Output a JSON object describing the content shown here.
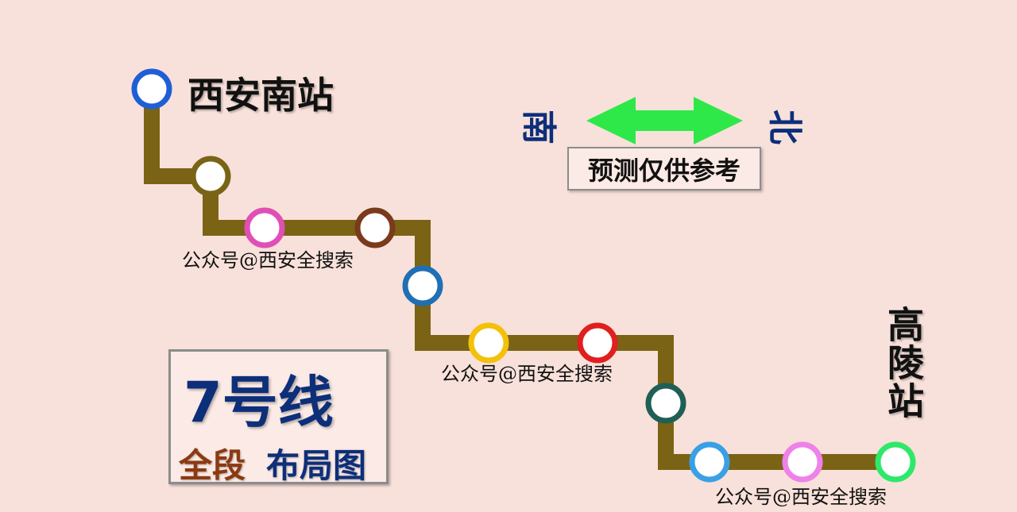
{
  "line": {
    "color": "#7a6315",
    "stations": [
      {
        "ring": "#1f5fd6"
      },
      {
        "ring": "#7a6315"
      },
      {
        "ring": "#e04fb5"
      },
      {
        "ring": "#7a3a1c"
      },
      {
        "ring": "#1f6fb5"
      },
      {
        "ring": "#f3c00a"
      },
      {
        "ring": "#e01f1f"
      },
      {
        "ring": "#1f5f55"
      },
      {
        "ring": "#3aa0e5"
      },
      {
        "ring": "#ee82e8"
      },
      {
        "ring": "#2ee86a"
      }
    ]
  },
  "start_station": "西安南站",
  "end_station": "高陵站",
  "direction": {
    "south": "南",
    "north": "北",
    "arrow_color": "#2ee84a",
    "note": "预测仅供参考"
  },
  "watermark": "公众号@西安全搜索",
  "title": {
    "main": "7号线",
    "sub_a": "全段",
    "sub_b": "布局图"
  }
}
